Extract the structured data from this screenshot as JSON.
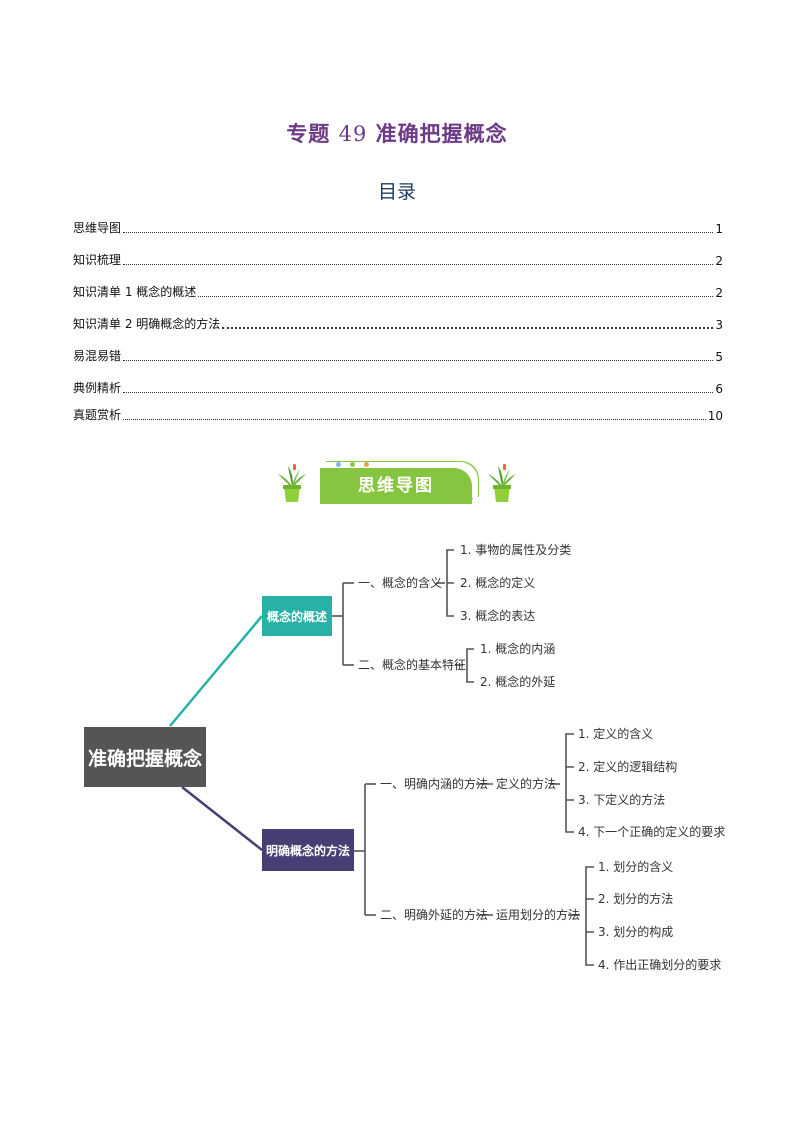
{
  "document": {
    "title_prefix": "专题",
    "title_number": "49",
    "title_suffix": "准确把握概念",
    "toc_heading": "目录"
  },
  "toc": [
    {
      "label": "思维导图",
      "page": "1"
    },
    {
      "label": "知识梳理",
      "page": "2"
    },
    {
      "label": "知识清单 1  概念的概述",
      "page": "2"
    },
    {
      "label": "知识清单 2  明确概念的方法",
      "page": "3"
    },
    {
      "label": "易混易错",
      "page": "5"
    },
    {
      "label": "典例精析",
      "page": "6"
    },
    {
      "label": "真题赏析",
      "page": "10"
    }
  ],
  "banner": {
    "label": "思维导图",
    "accent": "#86c540"
  },
  "mindmap": {
    "root": {
      "label": "准确把握概念",
      "color": "#555555"
    },
    "branches": [
      {
        "label": "概念的概述",
        "color": "#27b1a7",
        "subs": [
          {
            "label": "一、概念的含义",
            "items": [
              "1. 事物的属性及分类",
              "2. 概念的定义",
              "3. 概念的表达"
            ]
          },
          {
            "label": "二、概念的基本特征",
            "items": [
              "1. 概念的内涵",
              "2. 概念的外延"
            ]
          }
        ]
      },
      {
        "label": "明确概念的方法",
        "color": "#463f73",
        "subs": [
          {
            "label": "一、明确内涵的方法",
            "mid": "定义的方法",
            "items": [
              "1. 定义的含义",
              "2. 定义的逻辑结构",
              "3. 下定义的方法",
              "4. 下一个正确的定义的要求"
            ]
          },
          {
            "label": "二、明确外延的方法",
            "mid": "运用划分的方法",
            "items": [
              "1. 划分的含义",
              "2. 划分的方法",
              "3. 划分的构成",
              "4. 作出正确划分的要求"
            ]
          }
        ]
      }
    ]
  }
}
